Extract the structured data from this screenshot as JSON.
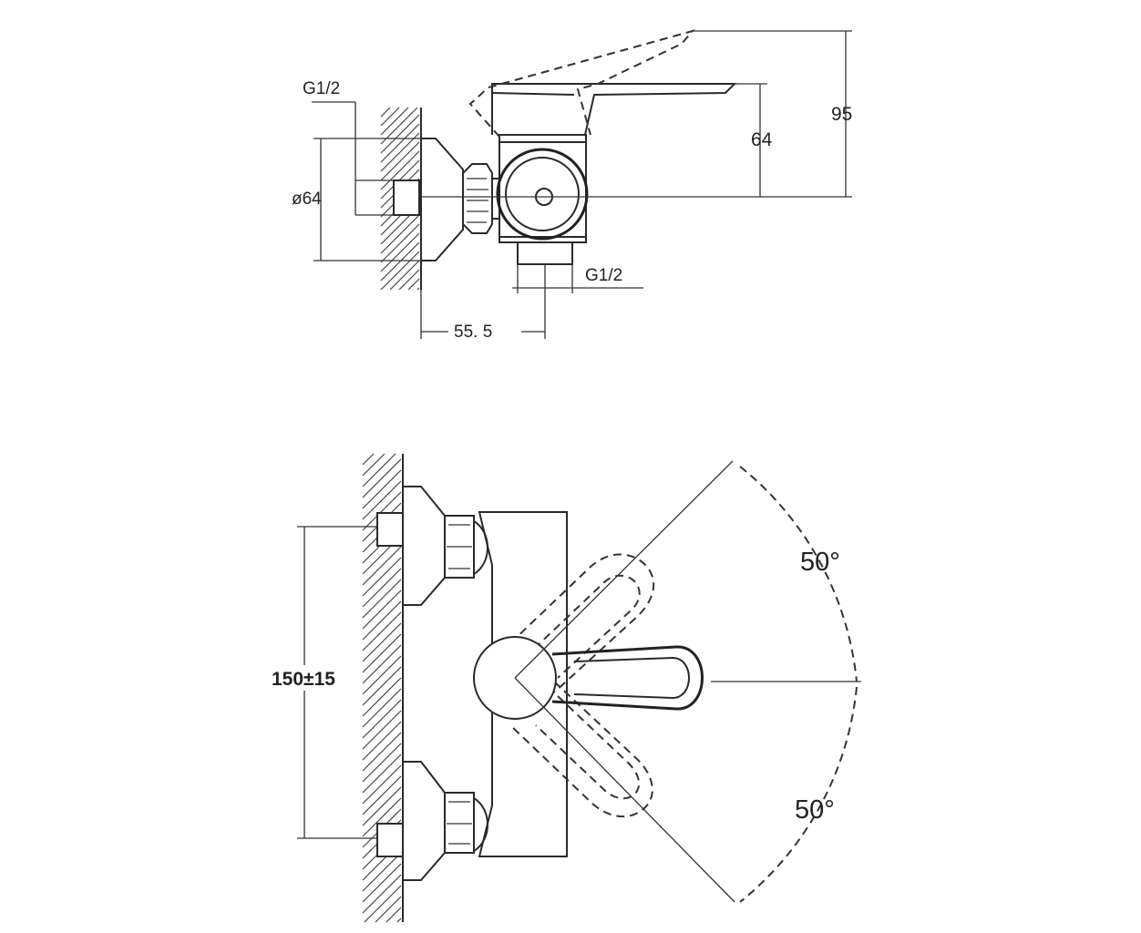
{
  "top_view": {
    "inlet_thread_label": "G1/2",
    "outlet_thread_label": "G1/2",
    "flange_diameter_label": "ø64",
    "handle_height_label": "64",
    "total_height_label": "95",
    "wall_offset_label": "55. 5"
  },
  "front_view": {
    "spacing_label": "150±15",
    "upper_angle_label": "50°",
    "lower_angle_label": "50°"
  }
}
